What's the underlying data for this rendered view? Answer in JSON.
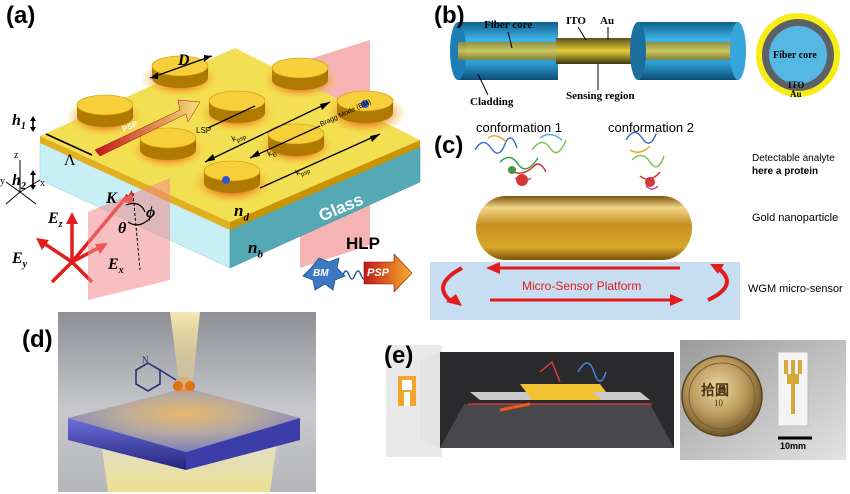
{
  "panels": {
    "a": {
      "label": "(a)",
      "dim_D": "D",
      "dim_h1": "h",
      "dim_h1_sub": "1",
      "period": "Λ",
      "dim_h2": "h",
      "dim_h2_sub": "2",
      "nd": "n",
      "nd_sub": "d",
      "nb": "n",
      "nb_sub": "b",
      "glass": "Glass",
      "psp": "PSP",
      "lsp": "LSP",
      "bragg": "Bragg Mode (BM)",
      "kpsp_1": "k",
      "kpsp_1_sub": "psp",
      "kb": "k",
      "kb_sub": "B",
      "kpsp_2": "k",
      "kpsp_2_sub": "psp",
      "k_vec": "K",
      "theta": "θ",
      "phi": "ϕ",
      "Ez": "E",
      "Ez_sub": "z",
      "Ey": "E",
      "Ey_sub": "y",
      "Ex": "E",
      "Ex_sub": "x",
      "axis_z": "z",
      "axis_x": "x",
      "axis_y": "y",
      "hlp": "HLP",
      "bm": "BM",
      "psp_box": "PSP"
    },
    "b": {
      "label": "(b)",
      "fiber_core": "Fiber core",
      "ito": "ITO",
      "au": "Au",
      "cladding": "Cladding",
      "sensing_region": "Sensing region",
      "xs_fiber_core": "Fiber core",
      "xs_ito": "ITO",
      "xs_au": "Au"
    },
    "c": {
      "label": "(c)",
      "conformation1": "conformation 1",
      "conformation2": "conformation 2",
      "analyte_line1": "Detectable analyte",
      "analyte_line2": "here a protein",
      "gold_np": "Gold nanoparticle",
      "platform": "Micro-Sensor Platform",
      "wgm": "WGM micro-sensor"
    },
    "d": {
      "label": "(d)",
      "molecule_n": "N"
    },
    "e": {
      "label": "(e)",
      "coin_text": "拾圓",
      "coin_number": "10",
      "scale_bar": "10mm"
    }
  },
  "colors": {
    "gold": "#f2c42e",
    "gold_dark": "#c98d00",
    "glass": "#c9eef6",
    "red_plane": "#f08080",
    "fiber_blue": "#1e8fc8",
    "platform_bg": "#c7def2",
    "arrow_red": "#e31b1b"
  }
}
